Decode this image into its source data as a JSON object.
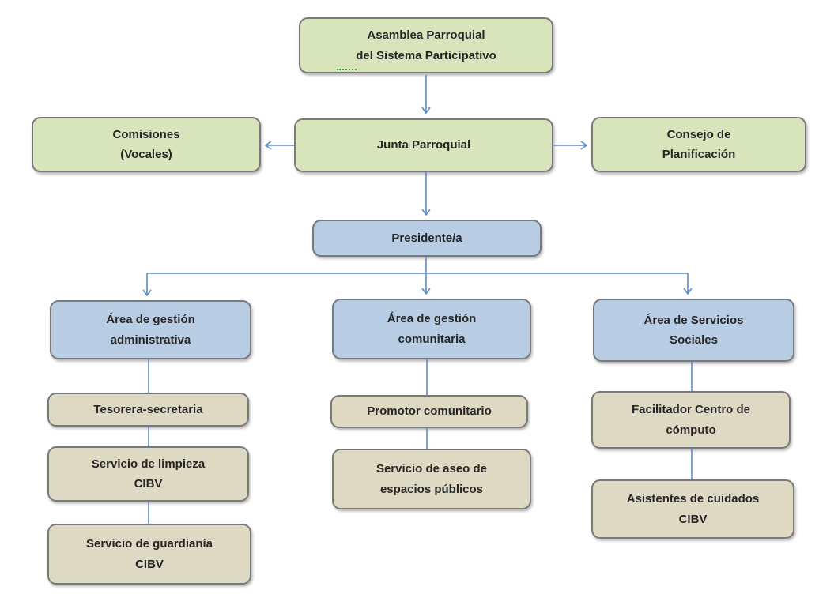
{
  "colors": {
    "level_green": "#d8e4bc",
    "level_blue": "#b8cce4",
    "level_tan": "#ddd9c3",
    "border": "#7a7a7a",
    "connector": "#5b8bc9"
  },
  "nodes": [
    {
      "id": "asamblea",
      "label": "Asamblea Parroquial\ndel Sistema Participativo",
      "fill": "green"
    },
    {
      "id": "comisiones",
      "label": "Comisiones\n(Vocales)",
      "fill": "green"
    },
    {
      "id": "junta",
      "label": "Junta Parroquial",
      "fill": "green"
    },
    {
      "id": "consejo",
      "label": "Consejo de\nPlanificación",
      "fill": "green"
    },
    {
      "id": "presidente",
      "label": "Presidente/a",
      "fill": "blue"
    },
    {
      "id": "area-administrativa",
      "label": "Área de gestión\nadministrativa",
      "fill": "blue"
    },
    {
      "id": "area-comunitaria",
      "label": "Área de gestión\ncomunitaria",
      "fill": "blue"
    },
    {
      "id": "area-servicios-sociales",
      "label": "Área de Servicios\nSociales",
      "fill": "blue"
    },
    {
      "id": "tesorera-secretaria",
      "label": "Tesorera-secretaria",
      "fill": "tan"
    },
    {
      "id": "servicio-limpieza-cibv",
      "label": "Servicio de limpieza\nCIBV",
      "fill": "tan"
    },
    {
      "id": "servicio-guardiania-cibv",
      "label": "Servicio de guardianía\nCIBV",
      "fill": "tan"
    },
    {
      "id": "promotor-comunitario",
      "label": "Promotor comunitario",
      "fill": "tan"
    },
    {
      "id": "servicio-aseo-espacios-publicos",
      "label": "Servicio de aseo de\nespacios públicos",
      "fill": "tan"
    },
    {
      "id": "facilitador-centro-computo",
      "label": "Facilitador Centro de\ncómputo",
      "fill": "tan"
    },
    {
      "id": "asistentes-cuidados-cibv",
      "label": "Asistentes de cuidados\nCIBV",
      "fill": "tan"
    }
  ],
  "edges": [
    {
      "from": "asamblea",
      "to": "junta",
      "style": "arrow"
    },
    {
      "from": "junta",
      "to": "comisiones",
      "style": "arrow"
    },
    {
      "from": "junta",
      "to": "consejo",
      "style": "arrow"
    },
    {
      "from": "junta",
      "to": "presidente",
      "style": "arrow"
    },
    {
      "from": "presidente",
      "to": "area-administrativa",
      "style": "arrow"
    },
    {
      "from": "presidente",
      "to": "area-comunitaria",
      "style": "arrow"
    },
    {
      "from": "presidente",
      "to": "area-servicios-sociales",
      "style": "arrow"
    },
    {
      "from": "area-administrativa",
      "to": "tesorera-secretaria",
      "style": "line"
    },
    {
      "from": "tesorera-secretaria",
      "to": "servicio-limpieza-cibv",
      "style": "line"
    },
    {
      "from": "servicio-limpieza-cibv",
      "to": "servicio-guardiania-cibv",
      "style": "line"
    },
    {
      "from": "area-comunitaria",
      "to": "promotor-comunitario",
      "style": "line"
    },
    {
      "from": "promotor-comunitario",
      "to": "servicio-aseo-espacios-publicos",
      "style": "line"
    },
    {
      "from": "area-servicios-sociales",
      "to": "facilitador-centro-computo",
      "style": "line"
    },
    {
      "from": "facilitador-centro-computo",
      "to": "asistentes-cuidados-cibv",
      "style": "line"
    }
  ]
}
